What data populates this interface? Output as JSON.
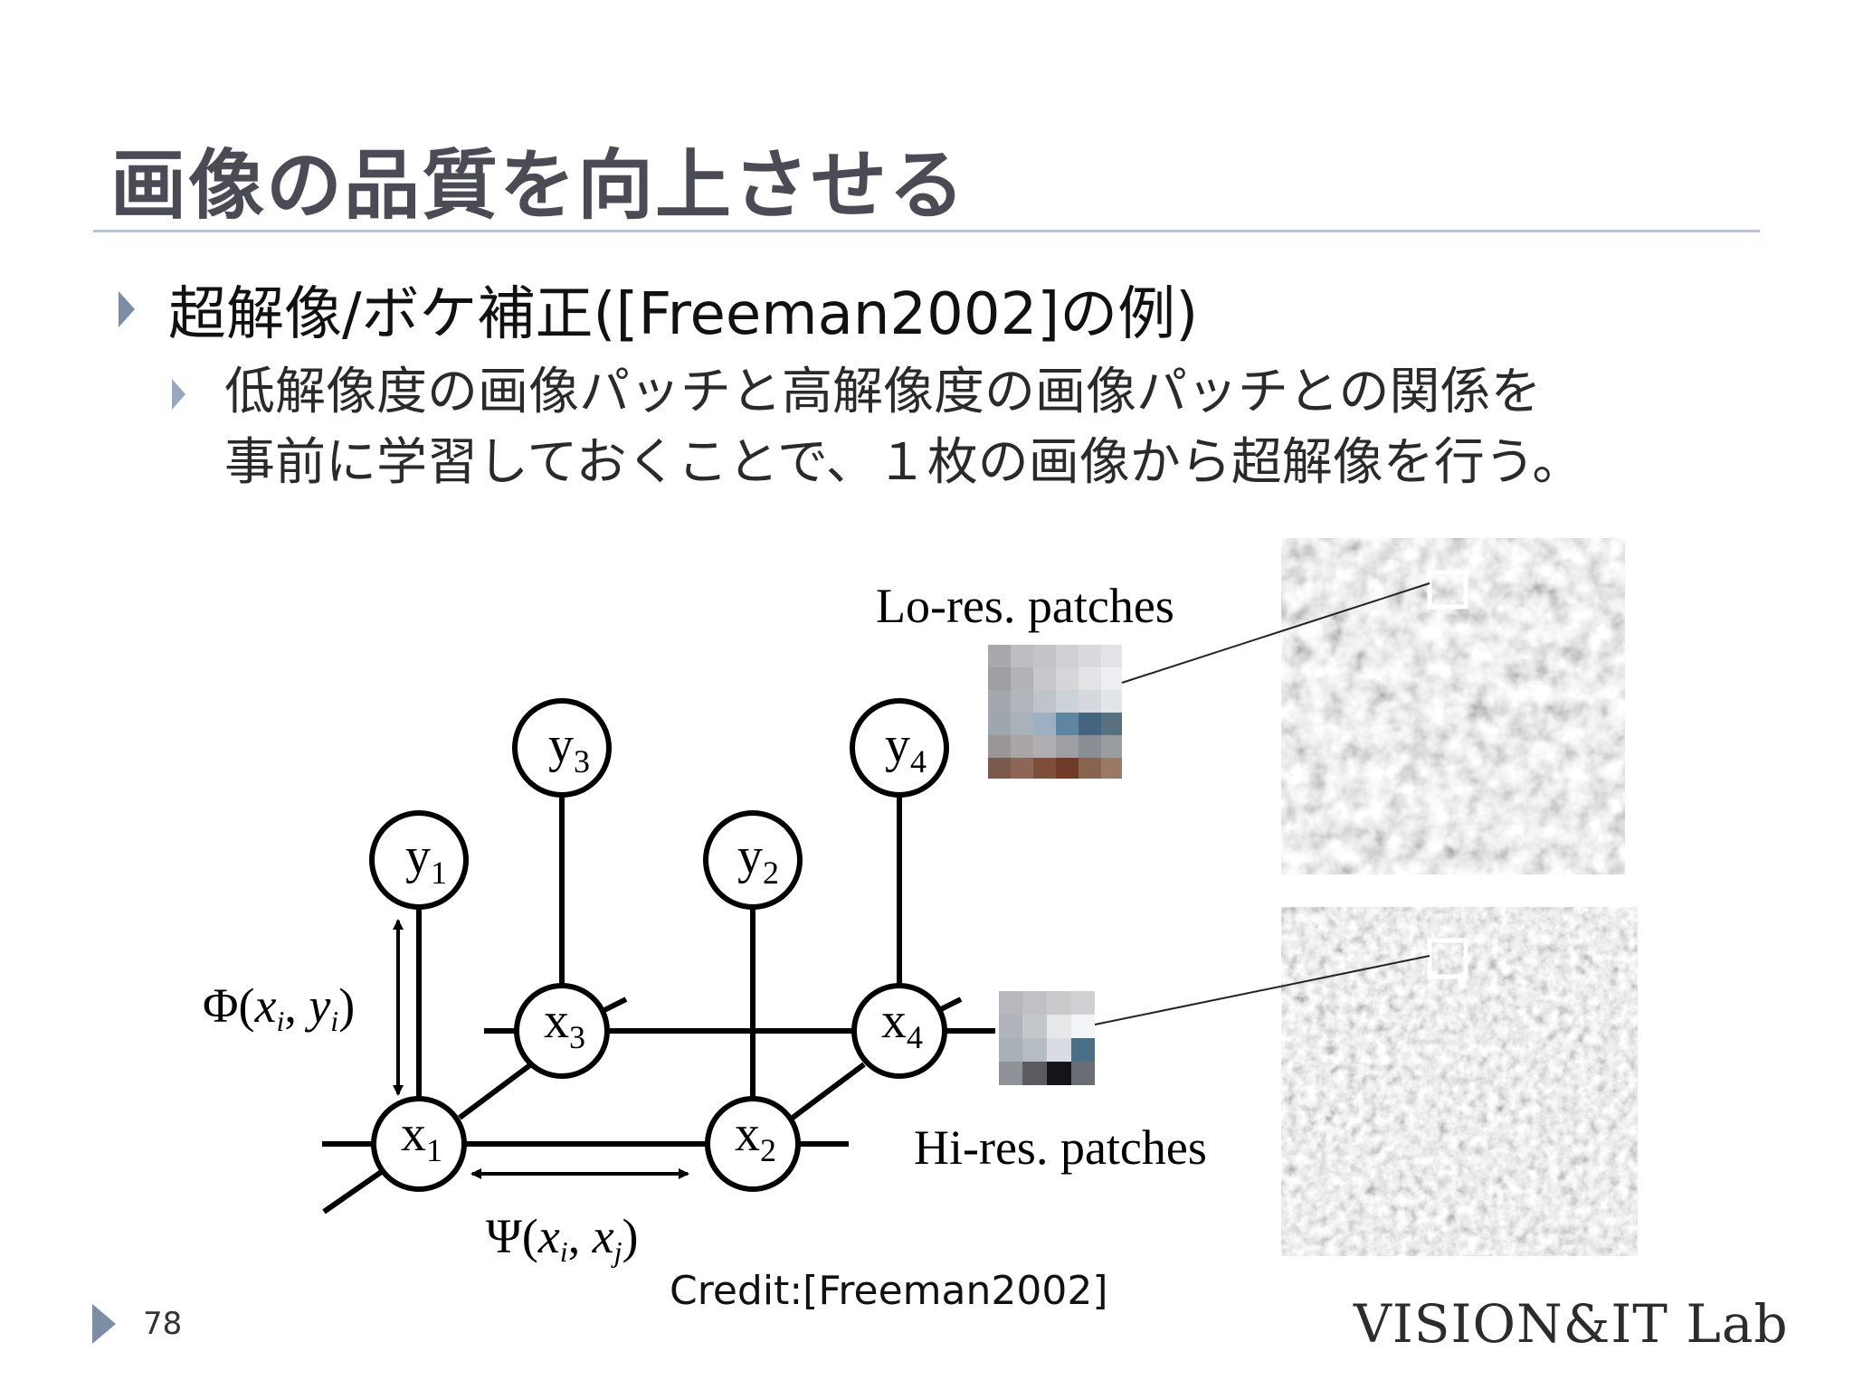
{
  "slide": {
    "title": "画像の品質を向上させる",
    "bullet_1": "超解像/ボケ補正([Freeman2002]の例)",
    "bullet_2_line_1": "低解像度の画像パッチと高解像度の画像パッチとの関係を",
    "bullet_2_line_2": "事前に学習しておくことで、１枚の画像から超解像を行う。",
    "credit": "Credit:[Freeman2002]",
    "page_number": "78",
    "logo_text": "VISION&IT Lab"
  },
  "figure": {
    "nodes": {
      "y1": {
        "base": "y",
        "sub": "1"
      },
      "y2": {
        "base": "y",
        "sub": "2"
      },
      "y3": {
        "base": "y",
        "sub": "3"
      },
      "y4": {
        "base": "y",
        "sub": "4"
      },
      "x1": {
        "base": "x",
        "sub": "1"
      },
      "x2": {
        "base": "x",
        "sub": "2"
      },
      "x3": {
        "base": "x",
        "sub": "3"
      },
      "x4": {
        "base": "x",
        "sub": "4"
      }
    },
    "phi_symbol": "Φ",
    "psi_symbol": "Ψ",
    "lo_res_label": "Lo-res. patches",
    "hi_res_label": "Hi-res. patches"
  },
  "colors": {
    "title_text": "#4b4b55",
    "title_rule": "#b7c3d4",
    "bullet_arrow": "#7d8da6"
  }
}
